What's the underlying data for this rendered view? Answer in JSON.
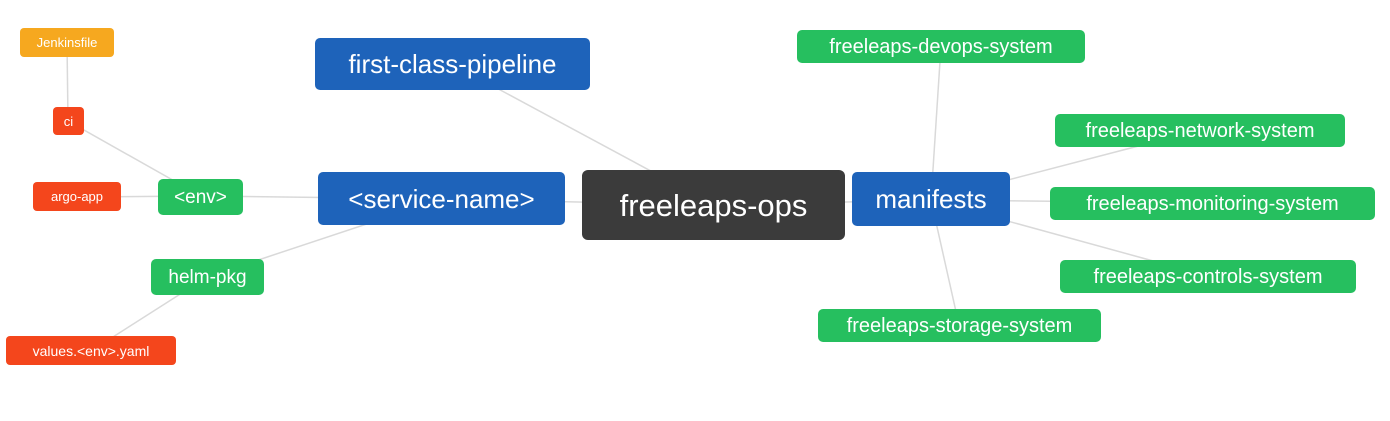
{
  "diagram": {
    "title": "freeleaps-ops mind map",
    "background_color": "#ffffff",
    "edge_color": "#d9d9d9",
    "colors": {
      "root": "#3b3b3b",
      "branch_blue": "#1e63ba",
      "branch_green": "#26bf5f",
      "leaf_red": "#f4461c",
      "leaf_amber": "#f6a81f"
    },
    "nodes": [
      {
        "id": "freeleaps-ops",
        "label": "freeleaps-ops",
        "color": "#3b3b3b",
        "level": 0
      },
      {
        "id": "first-class-pipeline",
        "label": "first-class-pipeline",
        "color": "#1e63ba",
        "level": 1
      },
      {
        "id": "service-name",
        "label": "<service-name>",
        "color": "#1e63ba",
        "level": 1
      },
      {
        "id": "manifests",
        "label": "manifests",
        "color": "#1e63ba",
        "level": 1
      },
      {
        "id": "env",
        "label": "<env>",
        "color": "#26bf5f",
        "level": 2
      },
      {
        "id": "helm-pkg",
        "label": "helm-pkg",
        "color": "#26bf5f",
        "level": 2
      },
      {
        "id": "ci",
        "label": "ci",
        "color": "#f4461c",
        "level": 3
      },
      {
        "id": "argo-app",
        "label": "argo-app",
        "color": "#f4461c",
        "level": 3
      },
      {
        "id": "jenkinsfile",
        "label": "Jenkinsfile",
        "color": "#f6a81f",
        "level": 4
      },
      {
        "id": "values-env-yaml",
        "label": "values.<env>.yaml",
        "color": "#f4461c",
        "level": 3
      },
      {
        "id": "freeleaps-devops-system",
        "label": "freeleaps-devops-system",
        "color": "#26bf5f",
        "level": 2
      },
      {
        "id": "freeleaps-network-system",
        "label": "freeleaps-network-system",
        "color": "#26bf5f",
        "level": 2
      },
      {
        "id": "freeleaps-monitoring-system",
        "label": "freeleaps-monitoring-system",
        "color": "#26bf5f",
        "level": 2
      },
      {
        "id": "freeleaps-controls-system",
        "label": "freeleaps-controls-system",
        "color": "#26bf5f",
        "level": 2
      },
      {
        "id": "freeleaps-storage-system",
        "label": "freeleaps-storage-system",
        "color": "#26bf5f",
        "level": 2
      }
    ],
    "edges": [
      [
        "freeleaps-ops",
        "first-class-pipeline"
      ],
      [
        "freeleaps-ops",
        "service-name"
      ],
      [
        "freeleaps-ops",
        "manifests"
      ],
      [
        "service-name",
        "env"
      ],
      [
        "service-name",
        "helm-pkg"
      ],
      [
        "env",
        "ci"
      ],
      [
        "env",
        "argo-app"
      ],
      [
        "ci",
        "jenkinsfile"
      ],
      [
        "helm-pkg",
        "values-env-yaml"
      ],
      [
        "manifests",
        "freeleaps-devops-system"
      ],
      [
        "manifests",
        "freeleaps-network-system"
      ],
      [
        "manifests",
        "freeleaps-monitoring-system"
      ],
      [
        "manifests",
        "freeleaps-controls-system"
      ],
      [
        "manifests",
        "freeleaps-storage-system"
      ]
    ]
  }
}
